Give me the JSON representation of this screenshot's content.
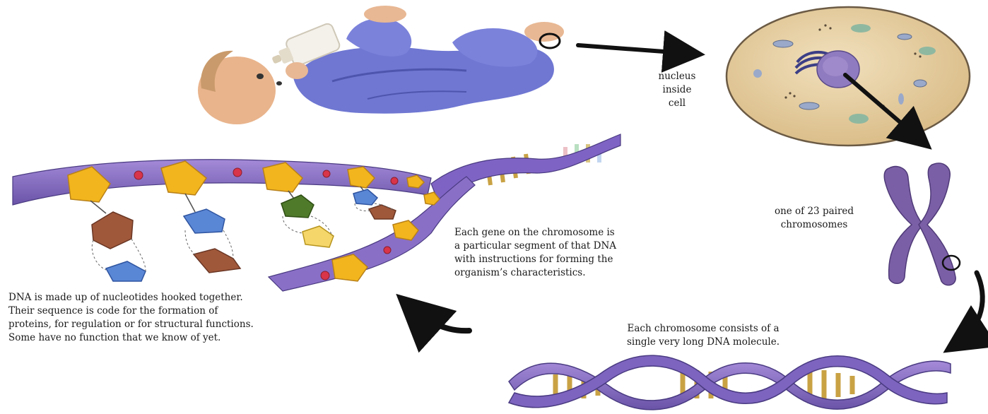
{
  "labels": {
    "nucleus": [
      "nucleus",
      "inside",
      "cell"
    ],
    "chromosomes": [
      "one of 23 paired",
      "chromosomes"
    ],
    "chromosome_dna": [
      "Each chromosome consists of a",
      "single very long DNA molecule."
    ],
    "gene": [
      "Each gene on the chromosome is",
      "a particular segment of that DNA",
      "with instructions for forming the",
      "organism’s characteristics."
    ],
    "nucleotides": [
      "DNA is made up of nucleotides hooked together.",
      "Their sequence is code for the formation of",
      "proteins, for regulation or for structural functions.",
      "Some have no function that we know of yet."
    ]
  },
  "icons": [
    "baby-illustration",
    "cell-illustration",
    "chromosome-illustration",
    "dna-helix-illustration",
    "nucleotide-closeup-illustration",
    "arrow-icon"
  ],
  "colors": {
    "ribbon": "#8a6fc7",
    "ribbon_dark": "#5e4a9c",
    "cell": "#e9d3a6",
    "nucleus": "#8f7bbf",
    "chromosome": "#7b5fa6",
    "pentagon": "#f2b51d",
    "base_blue": "#5a86d6",
    "base_brown": "#a0583a",
    "base_green": "#4f7a2a",
    "base_yellow": "#f4d66a",
    "link_red": "#d8344a",
    "arrow": "#111111"
  }
}
